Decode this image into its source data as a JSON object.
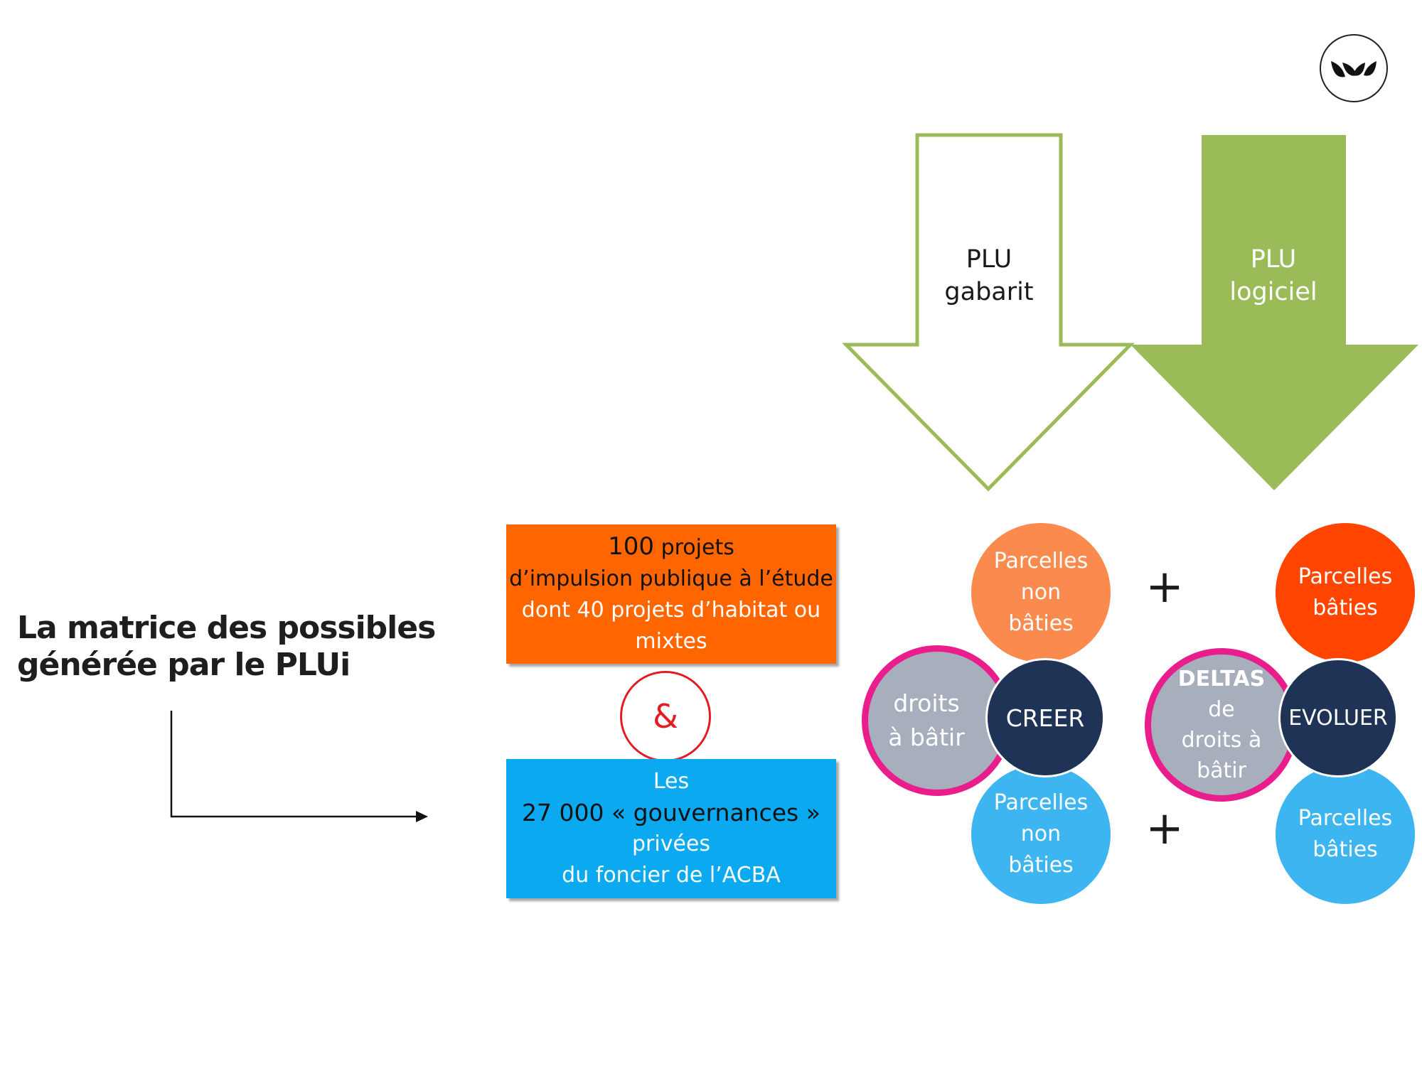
{
  "heading": {
    "line1": "La matrice des possibles",
    "line2": "générée par le PLUi"
  },
  "arrows": {
    "gabarit": {
      "line1": "PLU",
      "line2": "gabarit",
      "outline_color": "#9bbb59",
      "fill_color": "#ffffff"
    },
    "logiciel": {
      "line1": "PLU",
      "line2": "logiciel",
      "fill_color": "#9bbb59"
    }
  },
  "projects_box": {
    "line1_num": "100",
    "line1_rest": " projets",
    "line2": "d’impulsion publique à l’étude",
    "line3": "dont 40 projets d’habitat ou",
    "line4": "mixtes",
    "color": "#ff6600"
  },
  "connector": {
    "symbol": "&",
    "color": "#e31c24"
  },
  "governance_box": {
    "line1": "Les",
    "line2": "27 000 « gouvernances »",
    "line3": "privées",
    "line4": "du foncier de l’ACBA",
    "color": "#0aa9f0"
  },
  "creer_group": {
    "top": {
      "line1": "Parcelles",
      "line2": "non",
      "line3": "bâties"
    },
    "left": {
      "line1": "droits",
      "line2": "à bâtir"
    },
    "center": "CREER",
    "bottom": {
      "line1": "Parcelles",
      "line2": "non",
      "line3": "bâties"
    }
  },
  "evoluer_group": {
    "top": {
      "line1": "Parcelles",
      "line2": "bâties"
    },
    "left": {
      "line1": "DELTAS",
      "line2": "de",
      "line3": "droits à",
      "line4": "bâtir"
    },
    "center": "EVOLUER",
    "bottom": {
      "line1": "Parcelles",
      "line2": "bâties"
    }
  },
  "plus_symbol": "+",
  "colors": {
    "green": "#9bbb59",
    "navy": "#1f3356",
    "magenta": "#ea1d8c",
    "peach": "#fb8a4e",
    "red_orange": "#ff4500",
    "sky": "#3db5f0",
    "grey": "#a7afbc"
  }
}
